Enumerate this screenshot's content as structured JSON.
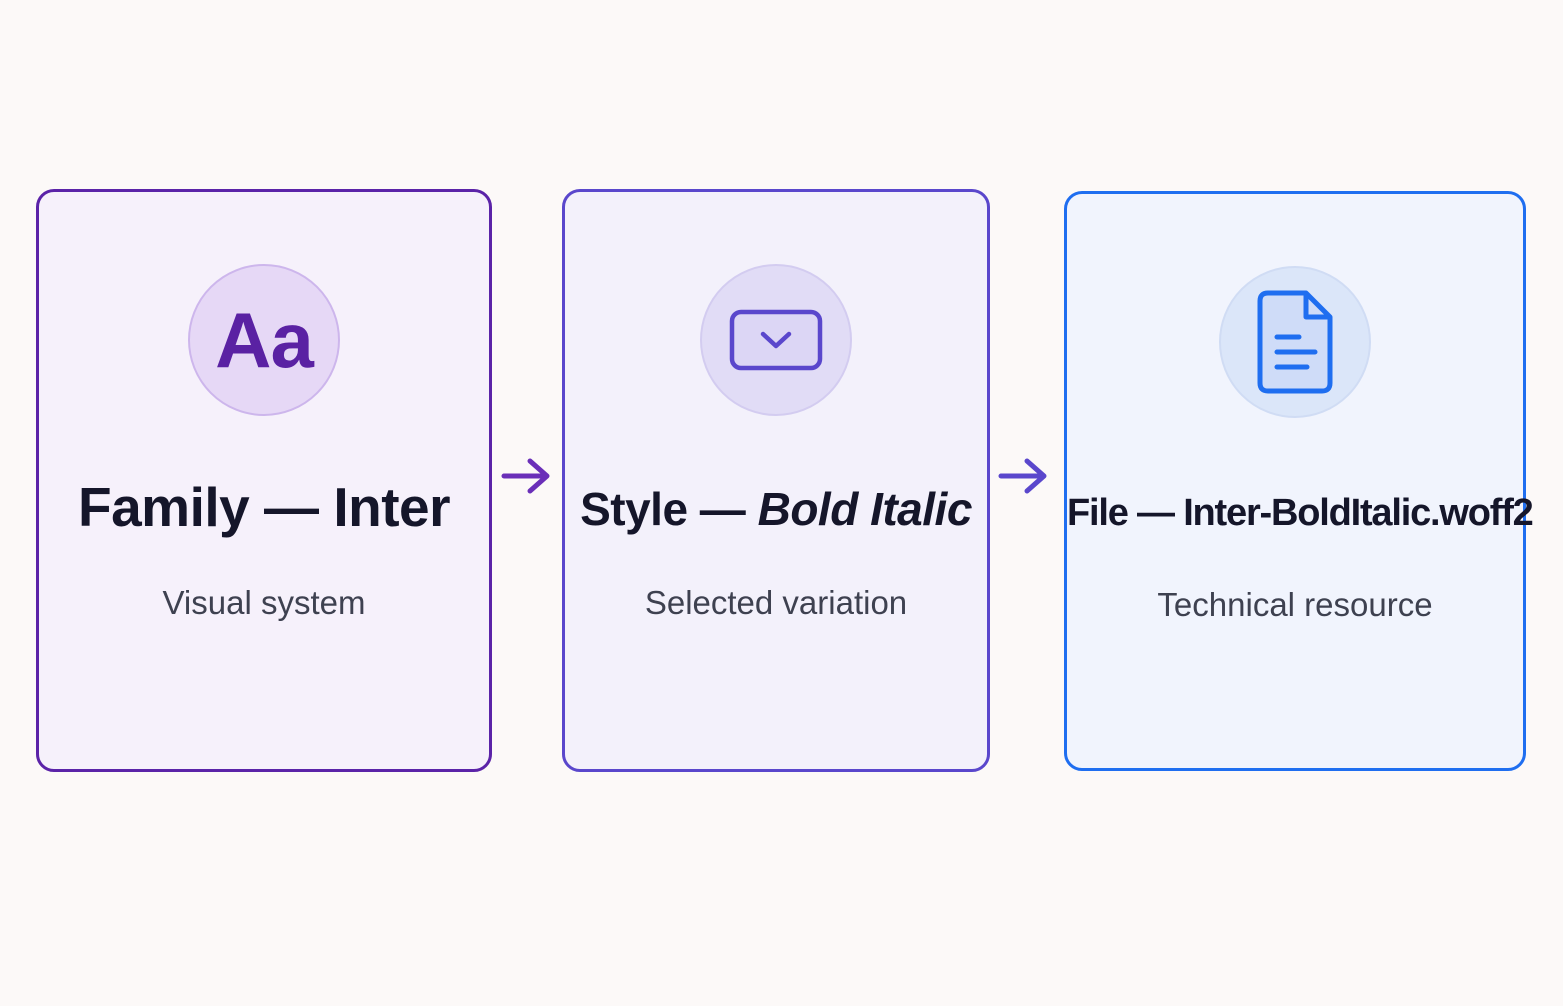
{
  "steps": [
    {
      "icon": "aa-type-icon",
      "icon_text": "Aa",
      "title_prefix": "Family — ",
      "title_value": "Inter",
      "subtitle": "Visual system",
      "border_color": "#5b23a8",
      "accent_color": "#5a21a3"
    },
    {
      "icon": "dropdown-box-icon",
      "title_prefix": "Style — ",
      "title_value": "Bold Italic",
      "subtitle": "Selected variation",
      "border_color": "#5a47cc",
      "accent_color": "#5a47cc"
    },
    {
      "icon": "document-file-icon",
      "title_prefix": "File — ",
      "title_value": "Inter-BoldItalic.woff2",
      "subtitle": "Technical resource",
      "border_color": "#1f6ef0",
      "accent_color": "#1f6ef0"
    }
  ],
  "connectors": [
    {
      "icon": "arrow-right-icon",
      "color": "#6a2fb8"
    },
    {
      "icon": "arrow-right-icon",
      "color": "#5a47cc"
    }
  ],
  "colors": {
    "background": "#fcf9f8",
    "title_text": "#15162a",
    "subtitle_text": "#3e4150"
  }
}
